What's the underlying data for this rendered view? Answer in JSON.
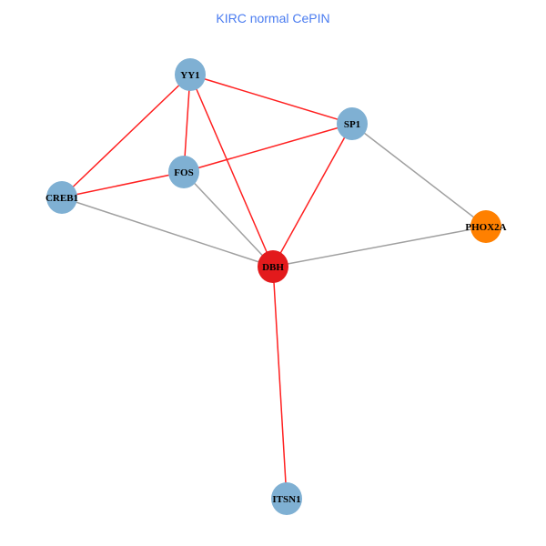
{
  "title": "KIRC normal CePIN",
  "colors": {
    "normal_node": "#7fb0d3",
    "red_node": "#e31a1c",
    "orange_node": "#ff8000",
    "red_edge": "#ff2020",
    "gray_edge": "#a0a0a0"
  },
  "nodes": [
    {
      "id": "YY1",
      "label": "YY1",
      "color": "#7fb0d3"
    },
    {
      "id": "SP1",
      "label": "SP1",
      "color": "#7fb0d3"
    },
    {
      "id": "FOS",
      "label": "FOS",
      "color": "#7fb0d3"
    },
    {
      "id": "CREB1",
      "label": "CREB1",
      "color": "#7fb0d3"
    },
    {
      "id": "PHOX2A",
      "label": "PHOX2A",
      "color": "#ff8000"
    },
    {
      "id": "DBH",
      "label": "DBH",
      "color": "#e31a1c"
    },
    {
      "id": "ITSN1",
      "label": "ITSN1",
      "color": "#7fb0d3"
    }
  ],
  "edges": [
    {
      "source": "YY1",
      "target": "SP1",
      "color": "#ff2020"
    },
    {
      "source": "YY1",
      "target": "FOS",
      "color": "#ff2020"
    },
    {
      "source": "YY1",
      "target": "CREB1",
      "color": "#ff2020"
    },
    {
      "source": "YY1",
      "target": "DBH",
      "color": "#ff2020"
    },
    {
      "source": "SP1",
      "target": "FOS",
      "color": "#ff2020"
    },
    {
      "source": "SP1",
      "target": "DBH",
      "color": "#ff2020"
    },
    {
      "source": "SP1",
      "target": "PHOX2A",
      "color": "#a0a0a0"
    },
    {
      "source": "FOS",
      "target": "CREB1",
      "color": "#ff2020"
    },
    {
      "source": "FOS",
      "target": "DBH",
      "color": "#a0a0a0"
    },
    {
      "source": "CREB1",
      "target": "DBH",
      "color": "#a0a0a0"
    },
    {
      "source": "PHOX2A",
      "target": "DBH",
      "color": "#a0a0a0"
    },
    {
      "source": "DBH",
      "target": "ITSN1",
      "color": "#ff2020"
    }
  ]
}
